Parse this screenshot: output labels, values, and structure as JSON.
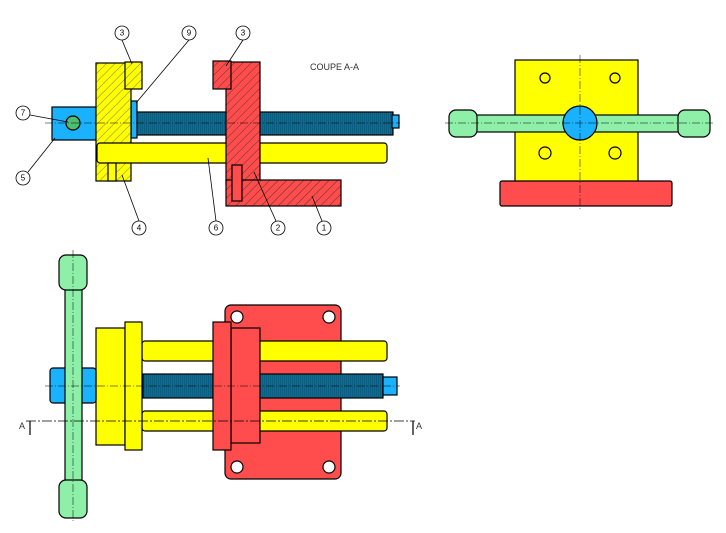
{
  "section_title": "COUPE A-A",
  "section_marker": "A",
  "balloons": [
    "3",
    "9",
    "3",
    "7",
    "5",
    "4",
    "6",
    "2",
    "1"
  ],
  "colors": {
    "yellow": "#ffff00",
    "red": "#ff4d4d",
    "blue": "#1ab2ff",
    "screw": "#0a6e96",
    "green": "#8ef0a8"
  }
}
